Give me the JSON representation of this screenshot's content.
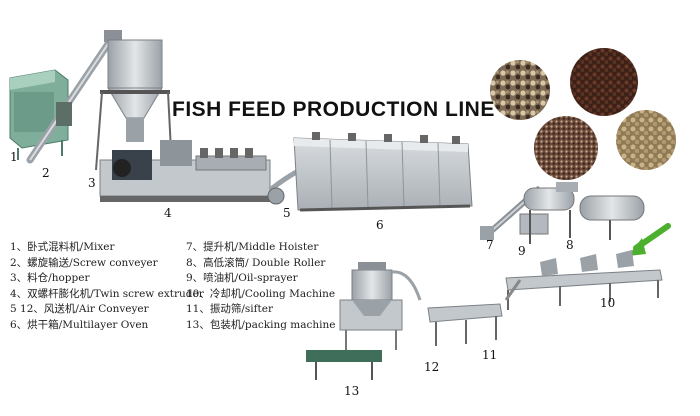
{
  "title": "FISH FEED PRODUCTION LINE",
  "legend_left": [
    "1、卧式混料机/Mixer",
    "2、螺旋输送/Screw conveyer",
    "3、料仓/hopper",
    "4、双螺杆膨化机/Twin screw extruder",
    "5 12、风送机/Air Conveyer",
    "6、烘干箱/Multilayer Oven"
  ],
  "legend_right": [
    "7、提升机/Middle Hoister",
    "8、高低滚筒/ Double Roller",
    "9、喷油机/Oil-sprayer",
    "10、冷却机/Cooling Machine",
    "11、振动筛/sifter",
    "13、包装机/packing machine"
  ],
  "numbers": {
    "n1": "1",
    "n2": "2",
    "n3": "3",
    "n4": "4",
    "n5": "5",
    "n6": "6",
    "n7": "7",
    "n8": "8",
    "n9": "9",
    "n10": "10",
    "n11": "11",
    "n12": "12",
    "n13": "13"
  },
  "colors": {
    "steel": "#b9bfc4",
    "steel_dark": "#8a9096",
    "steel_light": "#dde1e4",
    "mixer_green": "#6b9e8c",
    "arrow_green": "#4caf2e",
    "pellet_brown": "#5a3224",
    "pellet_tan": "#b5a07a"
  }
}
